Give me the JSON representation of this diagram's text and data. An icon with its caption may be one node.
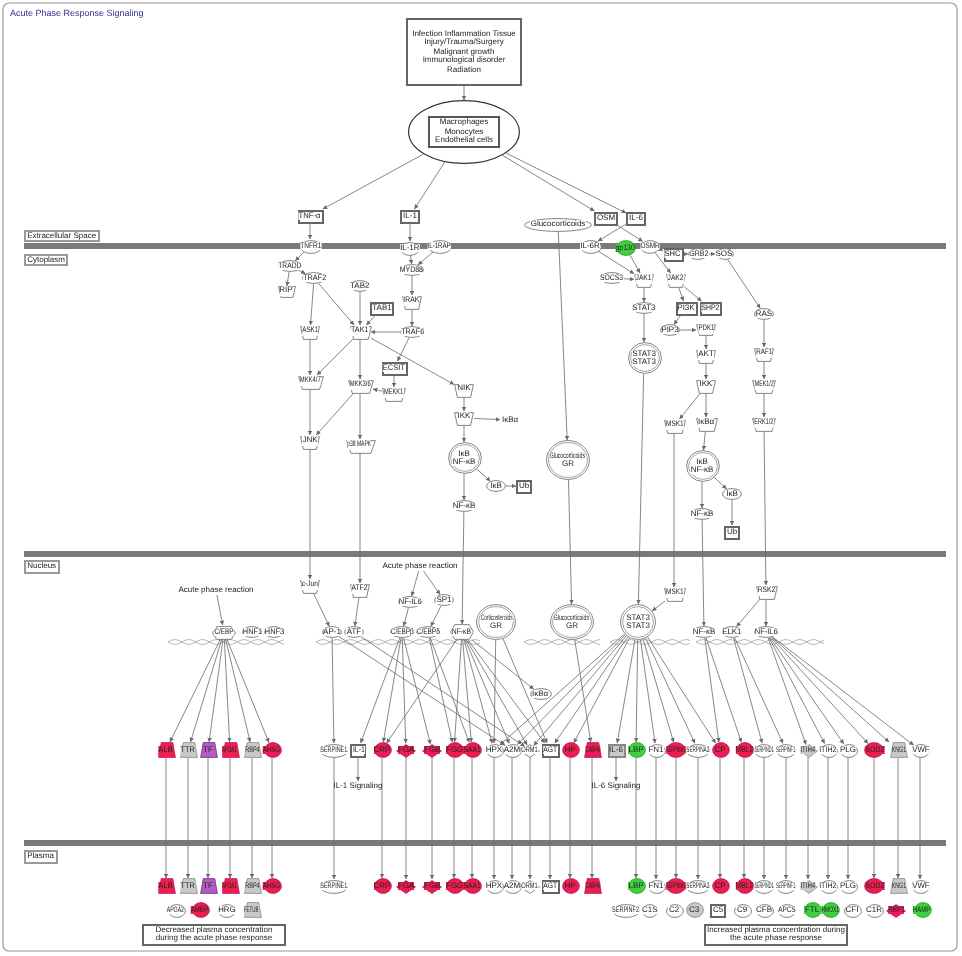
{
  "diagram": {
    "title": "Acute Phase Response Signaling",
    "nodes": [
      {
        "text": [
          "Infection Inflammation Tissue Injury/Trauma/Surgery Malignant growth Immunological disorder Radiation"
        ]
      },
      {
        "text": [
          "Macrophages Monocytes Endothelial cells"
        ]
      },
      {
        "text": [
          "TNF-α"
        ]
      },
      {
        "text": [
          "IL-1"
        ]
      },
      {
        "text": [
          "Glucocorticoids"
        ]
      },
      {
        "text": [
          "OSM"
        ]
      },
      {
        "text": [
          "IL-6"
        ]
      },
      {
        "text": [
          "TNFR1"
        ]
      },
      {
        "text": [
          "IL-1R"
        ]
      },
      {
        "text": [
          "IL-1RAP"
        ]
      },
      {
        "text": [
          "IL-6R"
        ]
      },
      {
        "text": [
          "gp130"
        ]
      },
      {
        "text": [
          "OSMR"
        ]
      },
      {
        "text": [
          "SHC"
        ]
      },
      {
        "text": [
          "GRB2"
        ]
      },
      {
        "text": [
          "SOS"
        ]
      },
      {
        "text": [
          "TRADD"
        ]
      },
      {
        "text": [
          "TRAF2"
        ]
      },
      {
        "text": [
          "RIP"
        ]
      },
      {
        "text": [
          "TAB2"
        ]
      },
      {
        "text": [
          "TAB1"
        ]
      },
      {
        "text": [
          "TAK1"
        ]
      },
      {
        "text": [
          "ASK1"
        ]
      },
      {
        "text": [
          "MYD88"
        ]
      },
      {
        "text": [
          "IRAK"
        ]
      },
      {
        "text": [
          "TRAF6"
        ]
      },
      {
        "text": [
          "ECSIT"
        ]
      },
      {
        "text": [
          "MEKK1"
        ]
      },
      {
        "text": [
          "MKK4/7"
        ]
      },
      {
        "text": [
          "MKK3/6"
        ]
      },
      {
        "text": [
          "JNK"
        ]
      },
      {
        "text": [
          "p38 MAPK"
        ]
      },
      {
        "text": [
          "NIK"
        ]
      },
      {
        "text": [
          "IKK"
        ]
      },
      {
        "text": [
          "IκBα"
        ]
      },
      {
        "text": [
          "IκB",
          "NF-κB"
        ]
      },
      {
        "text": [
          "NF-κB"
        ]
      },
      {
        "text": [
          "IκB"
        ]
      },
      {
        "text": [
          "Ub"
        ]
      },
      {
        "text": [
          "SOCS3"
        ]
      },
      {
        "text": [
          "JAK1"
        ]
      },
      {
        "text": [
          "JAK2"
        ]
      },
      {
        "text": [
          "STAT3"
        ]
      },
      {
        "text": [
          "PI3K"
        ]
      },
      {
        "text": [
          "SHP2"
        ]
      },
      {
        "text": [
          "PIP3"
        ]
      },
      {
        "text": [
          "PDK1"
        ]
      },
      {
        "text": [
          "STAT3",
          "STAT3"
        ]
      },
      {
        "text": [
          "AKT"
        ]
      },
      {
        "text": [
          "IKK"
        ]
      },
      {
        "text": [
          "IκBα"
        ]
      },
      {
        "text": [
          "MSK1"
        ]
      },
      {
        "text": [
          "IκB",
          "NF-κB"
        ]
      },
      {
        "text": [
          "IκB"
        ]
      },
      {
        "text": [
          "Ub"
        ]
      },
      {
        "text": [
          "NF-κB"
        ]
      },
      {
        "text": [
          "RAS"
        ]
      },
      {
        "text": [
          "RAF1"
        ]
      },
      {
        "text": [
          "MEK1/2"
        ]
      },
      {
        "text": [
          "ERK1/2"
        ]
      },
      {
        "text": [
          "Glucocorticoids",
          "GR"
        ]
      },
      {
        "text": [
          "Acute phase reaction"
        ]
      },
      {
        "text": [
          "C/EBP"
        ]
      },
      {
        "text": [
          "HNF1"
        ]
      },
      {
        "text": [
          "HNF3"
        ]
      },
      {
        "text": [
          "c-Jun"
        ]
      },
      {
        "text": [
          "ATF2"
        ]
      },
      {
        "text": [
          "AP-1"
        ]
      },
      {
        "text": [
          "ATF"
        ]
      },
      {
        "text": [
          "Acute phase reaction"
        ]
      },
      {
        "text": [
          "NF-IL6"
        ]
      },
      {
        "text": [
          "SP1"
        ]
      },
      {
        "text": [
          "C/EBPβ"
        ]
      },
      {
        "text": [
          "C/EBPδ"
        ]
      },
      {
        "text": [
          "NF-κB"
        ]
      },
      {
        "text": [
          "Corticosteroids",
          "GR"
        ]
      },
      {
        "text": [
          "IκBα"
        ]
      },
      {
        "text": [
          "Glucocorticoids",
          "GR"
        ]
      },
      {
        "text": [
          "STAT3",
          "STAT3"
        ]
      },
      {
        "text": [
          "MSK1"
        ]
      },
      {
        "text": [
          "NF-κB"
        ]
      },
      {
        "text": [
          "ELK1"
        ]
      },
      {
        "text": [
          "RSK2"
        ]
      },
      {
        "text": [
          "NF-IL6"
        ]
      },
      {
        "text": [
          "ALB"
        ]
      },
      {
        "text": [
          "TTR"
        ]
      },
      {
        "text": [
          "TF"
        ]
      },
      {
        "text": [
          "APOA1"
        ]
      },
      {
        "text": [
          "RBP4"
        ]
      },
      {
        "text": [
          "AHSG"
        ]
      },
      {
        "text": [
          "SERPINE1"
        ]
      },
      {
        "text": [
          "IL-1"
        ]
      },
      {
        "text": [
          "IL-1 Signaling"
        ]
      },
      {
        "text": [
          "CRP"
        ]
      },
      {
        "text": [
          "FGA"
        ]
      },
      {
        "text": [
          "FGB"
        ]
      },
      {
        "text": [
          "FGG"
        ]
      },
      {
        "text": [
          "SAA1"
        ]
      },
      {
        "text": [
          "HPX"
        ]
      },
      {
        "text": [
          "A2M"
        ]
      },
      {
        "text": [
          "ORM1"
        ]
      },
      {
        "text": [
          "AGT"
        ]
      },
      {
        "text": [
          "HP"
        ]
      },
      {
        "text": [
          "C4BPA"
        ]
      },
      {
        "text": [
          "IL-6"
        ]
      },
      {
        "text": [
          "IL-6 Signaling"
        ]
      },
      {
        "text": [
          "LBP"
        ]
      },
      {
        "text": [
          "FN1"
        ]
      },
      {
        "text": [
          "SERPINA1"
        ]
      },
      {
        "text": [
          "SERPINA3"
        ]
      },
      {
        "text": [
          "CP"
        ]
      },
      {
        "text": [
          "MBL2"
        ]
      },
      {
        "text": [
          "SERPIND1"
        ]
      },
      {
        "text": [
          "SERPINF1"
        ]
      },
      {
        "text": [
          "ITIH4"
        ]
      },
      {
        "text": [
          "ITIH2"
        ]
      },
      {
        "text": [
          "PLG"
        ]
      },
      {
        "text": [
          "SOD2"
        ]
      },
      {
        "text": [
          "KNG1"
        ]
      },
      {
        "text": [
          "VWF"
        ]
      },
      {
        "text": [
          "ALB"
        ]
      },
      {
        "text": [
          "TTR"
        ]
      },
      {
        "text": [
          "TF"
        ]
      },
      {
        "text": [
          "APOA1"
        ]
      },
      {
        "text": [
          "RBP4"
        ]
      },
      {
        "text": [
          "AHSG"
        ]
      },
      {
        "text": [
          "SERPINE1"
        ]
      },
      {
        "text": [
          "CRP"
        ]
      },
      {
        "text": [
          "FGA"
        ]
      },
      {
        "text": [
          "FGB"
        ]
      },
      {
        "text": [
          "FGG"
        ]
      },
      {
        "text": [
          "SAA1"
        ]
      },
      {
        "text": [
          "HPX"
        ]
      },
      {
        "text": [
          "A2M"
        ]
      },
      {
        "text": [
          "ORM1"
        ]
      },
      {
        "text": [
          "AGT"
        ]
      },
      {
        "text": [
          "HP"
        ]
      },
      {
        "text": [
          "C4BPA"
        ]
      },
      {
        "text": [
          "LBP"
        ]
      },
      {
        "text": [
          "FN1"
        ]
      },
      {
        "text": [
          "SERPINA1"
        ]
      },
      {
        "text": [
          "SERPINA3"
        ]
      },
      {
        "text": [
          "CP"
        ]
      },
      {
        "text": [
          "MBL2"
        ]
      },
      {
        "text": [
          "SERPIND1"
        ]
      },
      {
        "text": [
          "SERPINF1"
        ]
      },
      {
        "text": [
          "ITIH4"
        ]
      },
      {
        "text": [
          "ITIH2"
        ]
      },
      {
        "text": [
          "PLG"
        ]
      },
      {
        "text": [
          "SOD2"
        ]
      },
      {
        "text": [
          "KNG1"
        ]
      },
      {
        "text": [
          "VWF"
        ]
      },
      {
        "text": [
          "APOA2"
        ]
      },
      {
        "text": [
          "AMBP"
        ]
      },
      {
        "text": [
          "HRG"
        ]
      },
      {
        "text": [
          "FETUB"
        ]
      },
      {
        "text": [
          "SERPINF2"
        ]
      },
      {
        "text": [
          "C1S"
        ]
      },
      {
        "text": [
          "C2"
        ]
      },
      {
        "text": [
          "C3"
        ]
      },
      {
        "text": [
          "C5"
        ]
      },
      {
        "text": [
          "C9"
        ]
      },
      {
        "text": [
          "CFB"
        ]
      },
      {
        "text": [
          "APCS"
        ]
      },
      {
        "text": [
          "FTL"
        ]
      },
      {
        "text": [
          "HMOX1"
        ]
      },
      {
        "text": [
          "CFI"
        ]
      },
      {
        "text": [
          "C1R"
        ]
      },
      {
        "text": [
          "RBP1"
        ]
      },
      {
        "text": [
          "HAMP"
        ]
      },
      {
        "text": [
          "Decreased plasma concentration during the acute phase response"
        ]
      },
      {
        "text": [
          "Increased plasma concentration during the acute phase response"
        ]
      }
    ],
    "edges": [
      {
        "from": 0,
        "to": 1,
        "arrow": "to"
      },
      {
        "from": 1,
        "to": 2,
        "arrow": "to"
      },
      {
        "from": 1,
        "to": 3,
        "arrow": "to"
      },
      {
        "from": 1,
        "to": 5,
        "arrow": "to"
      },
      {
        "from": 1,
        "to": 6,
        "arrow": "to"
      },
      {
        "from": 2,
        "to": 7,
        "arrow": "to"
      },
      {
        "from": 3,
        "to": 8,
        "arrow": "to"
      },
      {
        "from": 5,
        "to": 12,
        "arrow": "to"
      },
      {
        "from": 6,
        "to": 10,
        "arrow": "to"
      },
      {
        "from": 4,
        "to": 60,
        "arrow": "to"
      },
      {
        "from": 7,
        "to": 16,
        "arrow": "to"
      },
      {
        "from": 16,
        "to": 17,
        "arrow": "to"
      },
      {
        "from": 16,
        "to": 18,
        "arrow": "to"
      },
      {
        "from": 17,
        "to": 21,
        "arrow": "to"
      },
      {
        "from": 17,
        "to": 22,
        "arrow": "to"
      },
      {
        "from": 19,
        "to": 21,
        "arrow": "to"
      },
      {
        "from": 20,
        "to": 21,
        "arrow": "to"
      },
      {
        "from": 8,
        "to": 23,
        "arrow": "to"
      },
      {
        "from": 9,
        "to": 23,
        "arrow": "to"
      },
      {
        "from": 23,
        "to": 24,
        "arrow": "to"
      },
      {
        "from": 24,
        "to": 25,
        "arrow": "to"
      },
      {
        "from": 25,
        "to": 21,
        "arrow": "to"
      },
      {
        "from": 25,
        "to": 26,
        "arrow": "to"
      },
      {
        "from": 26,
        "to": 27,
        "arrow": "to"
      },
      {
        "from": 27,
        "to": 29,
        "arrow": "to"
      },
      {
        "from": 22,
        "to": 28,
        "arrow": "to"
      },
      {
        "from": 21,
        "to": 28,
        "arrow": "to"
      },
      {
        "from": 21,
        "to": 29,
        "arrow": "to"
      },
      {
        "from": 21,
        "to": 32,
        "arrow": "to"
      },
      {
        "from": 28,
        "to": 30,
        "arrow": "to"
      },
      {
        "from": 29,
        "to": 30,
        "arrow": "to"
      },
      {
        "from": 29,
        "to": 31,
        "arrow": "to"
      },
      {
        "from": 32,
        "to": 33,
        "arrow": "to"
      },
      {
        "from": 33,
        "to": 34,
        "arrow": "to"
      },
      {
        "from": 33,
        "to": 35,
        "arrow": "to"
      },
      {
        "from": 35,
        "to": 36,
        "arrow": "to"
      },
      {
        "from": 35,
        "to": 37,
        "arrow": "to"
      },
      {
        "from": 37,
        "to": 38,
        "arrow": "to"
      },
      {
        "from": 11,
        "to": 40,
        "arrow": "to"
      },
      {
        "from": 10,
        "to": 40,
        "arrow": "to"
      },
      {
        "from": 12,
        "to": 41,
        "arrow": "to"
      },
      {
        "from": 39,
        "to": 40,
        "arrow": "to"
      },
      {
        "from": 40,
        "to": 42,
        "arrow": "to"
      },
      {
        "from": 42,
        "to": 47,
        "arrow": "to"
      },
      {
        "from": 41,
        "to": 43,
        "arrow": "to"
      },
      {
        "from": 41,
        "to": 44,
        "arrow": "to"
      },
      {
        "from": 43,
        "to": 45,
        "arrow": "to"
      },
      {
        "from": 45,
        "to": 46,
        "arrow": "to"
      },
      {
        "from": 46,
        "to": 48,
        "arrow": "to"
      },
      {
        "from": 48,
        "to": 49,
        "arrow": "to"
      },
      {
        "from": 49,
        "to": 50,
        "arrow": "to"
      },
      {
        "from": 49,
        "to": 51,
        "arrow": "to"
      },
      {
        "from": 50,
        "to": 52,
        "arrow": "to"
      },
      {
        "from": 52,
        "to": 53,
        "arrow": "to"
      },
      {
        "from": 53,
        "to": 54,
        "arrow": "to"
      },
      {
        "from": 52,
        "to": 55,
        "arrow": "to"
      },
      {
        "from": 12,
        "to": 13,
        "arrow": "to"
      },
      {
        "from": 13,
        "to": 14,
        "arrow": "to"
      },
      {
        "from": 14,
        "to": 15,
        "arrow": "to"
      },
      {
        "from": 15,
        "to": 56,
        "arrow": "to"
      },
      {
        "from": 56,
        "to": 57,
        "arrow": "to"
      },
      {
        "from": 57,
        "to": 58,
        "arrow": "to"
      },
      {
        "from": 58,
        "to": 59,
        "arrow": "to"
      },
      {
        "from": 30,
        "to": 65,
        "arrow": "to"
      },
      {
        "from": 31,
        "to": 66,
        "arrow": "to"
      },
      {
        "from": 36,
        "to": 74,
        "arrow": "to"
      },
      {
        "from": 60,
        "to": 77,
        "arrow": "to"
      },
      {
        "from": 47,
        "to": 78,
        "arrow": "to"
      },
      {
        "from": 51,
        "to": 79,
        "arrow": "to"
      },
      {
        "from": 55,
        "to": 80,
        "arrow": "to"
      },
      {
        "from": 59,
        "to": 82,
        "arrow": "to"
      },
      {
        "from": 61,
        "to": 62,
        "arrow": "to"
      },
      {
        "from": 65,
        "to": 67,
        "arrow": "to"
      },
      {
        "from": 66,
        "to": 68,
        "arrow": "to"
      },
      {
        "from": 69,
        "to": 70,
        "arrow": "to"
      },
      {
        "from": 69,
        "to": 71,
        "arrow": "to"
      },
      {
        "from": 70,
        "to": 72,
        "arrow": "to"
      },
      {
        "from": 71,
        "to": 73,
        "arrow": "to"
      },
      {
        "from": 74,
        "to": 76,
        "arrow": "to"
      },
      {
        "from": 79,
        "to": 78,
        "arrow": "to"
      },
      {
        "from": 82,
        "to": 83,
        "arrow": "to"
      },
      {
        "from": 82,
        "to": 81,
        "arrow": "to"
      },
      {
        "from": 62,
        "to": 84,
        "arrow": "to"
      },
      {
        "from": 62,
        "to": 85,
        "arrow": "to"
      },
      {
        "from": 62,
        "to": 86,
        "arrow": "to"
      },
      {
        "from": 62,
        "to": 87,
        "arrow": "to"
      },
      {
        "from": 62,
        "to": 88,
        "arrow": "to"
      },
      {
        "from": 62,
        "to": 89,
        "arrow": "to"
      },
      {
        "from": 67,
        "to": 90,
        "arrow": "to"
      },
      {
        "from": 67,
        "to": 99,
        "arrow": "to"
      },
      {
        "from": 68,
        "to": 100,
        "arrow": "to"
      },
      {
        "from": 72,
        "to": 91,
        "arrow": "to"
      },
      {
        "from": 72,
        "to": 93,
        "arrow": "to"
      },
      {
        "from": 72,
        "to": 94,
        "arrow": "to"
      },
      {
        "from": 72,
        "to": 95,
        "arrow": "to"
      },
      {
        "from": 73,
        "to": 96,
        "arrow": "to"
      },
      {
        "from": 73,
        "to": 97,
        "arrow": "to"
      },
      {
        "from": 74,
        "to": 93,
        "arrow": "to"
      },
      {
        "from": 74,
        "to": 96,
        "arrow": "to"
      },
      {
        "from": 74,
        "to": 97,
        "arrow": "to"
      },
      {
        "from": 74,
        "to": 98,
        "arrow": "to"
      },
      {
        "from": 74,
        "to": 99,
        "arrow": "to"
      },
      {
        "from": 74,
        "to": 100,
        "arrow": "to"
      },
      {
        "from": 74,
        "to": 101,
        "arrow": "to"
      },
      {
        "from": 75,
        "to": 98,
        "arrow": "to"
      },
      {
        "from": 75,
        "to": 101,
        "arrow": "to"
      },
      {
        "from": 77,
        "to": 103,
        "arrow": "to"
      },
      {
        "from": 78,
        "to": 98,
        "arrow": "to"
      },
      {
        "from": 78,
        "to": 99,
        "arrow": "to"
      },
      {
        "from": 78,
        "to": 100,
        "arrow": "to"
      },
      {
        "from": 78,
        "to": 101,
        "arrow": "to"
      },
      {
        "from": 78,
        "to": 102,
        "arrow": "to"
      },
      {
        "from": 78,
        "to": 104,
        "arrow": "to"
      },
      {
        "from": 78,
        "to": 106,
        "arrow": "to"
      },
      {
        "from": 78,
        "to": 107,
        "arrow": "to"
      },
      {
        "from": 78,
        "to": 108,
        "arrow": "to"
      },
      {
        "from": 78,
        "to": 109,
        "arrow": "to"
      },
      {
        "from": 78,
        "to": 110,
        "arrow": "to"
      },
      {
        "from": 80,
        "to": 110,
        "arrow": "to"
      },
      {
        "from": 80,
        "to": 111,
        "arrow": "to"
      },
      {
        "from": 81,
        "to": 112,
        "arrow": "to"
      },
      {
        "from": 81,
        "to": 113,
        "arrow": "to"
      },
      {
        "from": 83,
        "to": 114,
        "arrow": "to"
      },
      {
        "from": 83,
        "to": 115,
        "arrow": "to"
      },
      {
        "from": 83,
        "to": 116,
        "arrow": "to"
      },
      {
        "from": 83,
        "to": 117,
        "arrow": "to"
      },
      {
        "from": 83,
        "to": 118,
        "arrow": "to"
      },
      {
        "from": 83,
        "to": 119,
        "arrow": "to"
      },
      {
        "from": 91,
        "to": 92,
        "arrow": "to"
      },
      {
        "from": 104,
        "to": 105,
        "arrow": "to"
      },
      {
        "from": 84,
        "to": 120,
        "arrow": "to"
      },
      {
        "from": 85,
        "to": 121,
        "arrow": "to"
      },
      {
        "from": 86,
        "to": 122,
        "arrow": "to"
      },
      {
        "from": 87,
        "to": 123,
        "arrow": "to"
      },
      {
        "from": 88,
        "to": 124,
        "arrow": "to"
      },
      {
        "from": 89,
        "to": 125,
        "arrow": "to"
      },
      {
        "from": 90,
        "to": 126,
        "arrow": "to"
      },
      {
        "from": 93,
        "to": 127,
        "arrow": "to"
      },
      {
        "from": 94,
        "to": 128,
        "arrow": "to"
      },
      {
        "from": 95,
        "to": 129,
        "arrow": "to"
      },
      {
        "from": 96,
        "to": 130,
        "arrow": "to"
      },
      {
        "from": 97,
        "to": 131,
        "arrow": "to"
      },
      {
        "from": 98,
        "to": 132,
        "arrow": "to"
      },
      {
        "from": 99,
        "to": 133,
        "arrow": "to"
      },
      {
        "from": 100,
        "to": 134,
        "arrow": "to"
      },
      {
        "from": 101,
        "to": 135,
        "arrow": "to"
      },
      {
        "from": 102,
        "to": 136,
        "arrow": "to"
      },
      {
        "from": 103,
        "to": 137,
        "arrow": "to"
      },
      {
        "from": 106,
        "to": 138,
        "arrow": "to"
      },
      {
        "from": 107,
        "to": 139,
        "arrow": "to"
      },
      {
        "from": 108,
        "to": 140,
        "arrow": "to"
      },
      {
        "from": 109,
        "to": 141,
        "arrow": "to"
      },
      {
        "from": 110,
        "to": 142,
        "arrow": "to"
      },
      {
        "from": 111,
        "to": 143,
        "arrow": "to"
      },
      {
        "from": 112,
        "to": 144,
        "arrow": "to"
      },
      {
        "from": 113,
        "to": 145,
        "arrow": "to"
      },
      {
        "from": 114,
        "to": 146,
        "arrow": "to"
      },
      {
        "from": 115,
        "to": 147,
        "arrow": "to"
      },
      {
        "from": 116,
        "to": 148,
        "arrow": "to"
      },
      {
        "from": 117,
        "to": 149,
        "arrow": "to"
      },
      {
        "from": 118,
        "to": 150,
        "arrow": "to"
      },
      {
        "from": 119,
        "to": 151,
        "arrow": "to"
      }
    ],
    "labels": [
      "Extracellular Space",
      "Cytoplasm",
      "Nucleus",
      "Plasma"
    ]
  }
}
